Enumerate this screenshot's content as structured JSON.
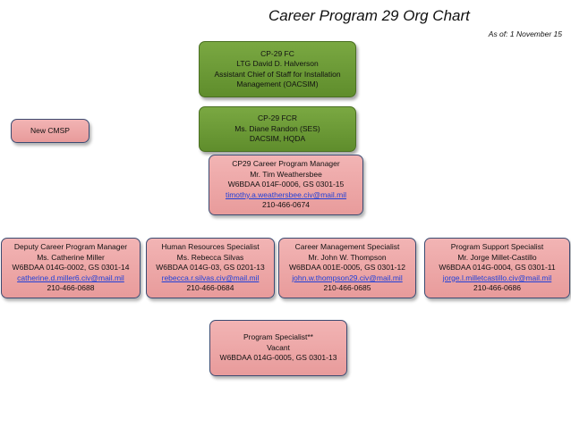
{
  "header": {
    "title": "Career Program 29 Org Chart",
    "as_of": "As of: 1 November 15"
  },
  "boxes": {
    "cp29fc": {
      "lines": [
        "CP-29 FC",
        "LTG David D. Halverson",
        "Assistant Chief of  Staff for Installation",
        "Management (OACSIM)"
      ],
      "color": "#6e9b38"
    },
    "cp29fcr": {
      "lines": [
        "CP-29 FCR",
        "Ms. Diane Randon (SES)",
        "DACSIM, HQDA"
      ],
      "color": "#6e9b38"
    },
    "new_cmsp": {
      "label": "New CMSP"
    },
    "cp29_manager": {
      "title": "CP29 Career Program Manager",
      "name": "Mr. Tim Weathersbee",
      "position": "W6BDAA 014F-0006, GS 0301-15",
      "email": "timothy.a.weathersbee.civ@mail.mil",
      "phone": "210-466-0674"
    },
    "deputy": {
      "title": "Deputy Career Program Manager",
      "name": "Ms.  Catherine Miller",
      "position": "W6BDAA 014G-0002, GS 0301-14",
      "email": "catherine.d.miller6.civ@mail.mil",
      "phone": "210-466-0688"
    },
    "hr_specialist": {
      "title": "Human Resources Specialist",
      "name": "Ms. Rebecca Silvas",
      "position": "W6BDAA 014G-03, GS 0201-13",
      "email": "rebecca.r.silvas.civ@mail.mil",
      "phone": "210-466-0684"
    },
    "career_mgmt": {
      "title": "Career Management Specialist",
      "name": "Mr. John W. Thompson",
      "position": "W6BDAA 001E-0005, GS 0301-12",
      "email": "john.w.thompson29.civ@mail.mil",
      "phone": "210-466-0685"
    },
    "program_support": {
      "title": "Program Support Specialist",
      "name": "Mr. Jorge Millet-Castillo",
      "position": "W6BDAA 014G-0004, GS 0301-11",
      "email": "jorge.l.milletcastillo.civ@mail.mil",
      "phone": "210-466-0686"
    },
    "program_specialist": {
      "title": "Program Specialist**",
      "name": "Vacant",
      "position": "W6BDAA 014G-0005, GS 0301-13"
    }
  },
  "colors": {
    "green": "#6e9b38",
    "pink": "#eea8a8",
    "border": "#3b4b72",
    "link": "#1f3fd9"
  }
}
